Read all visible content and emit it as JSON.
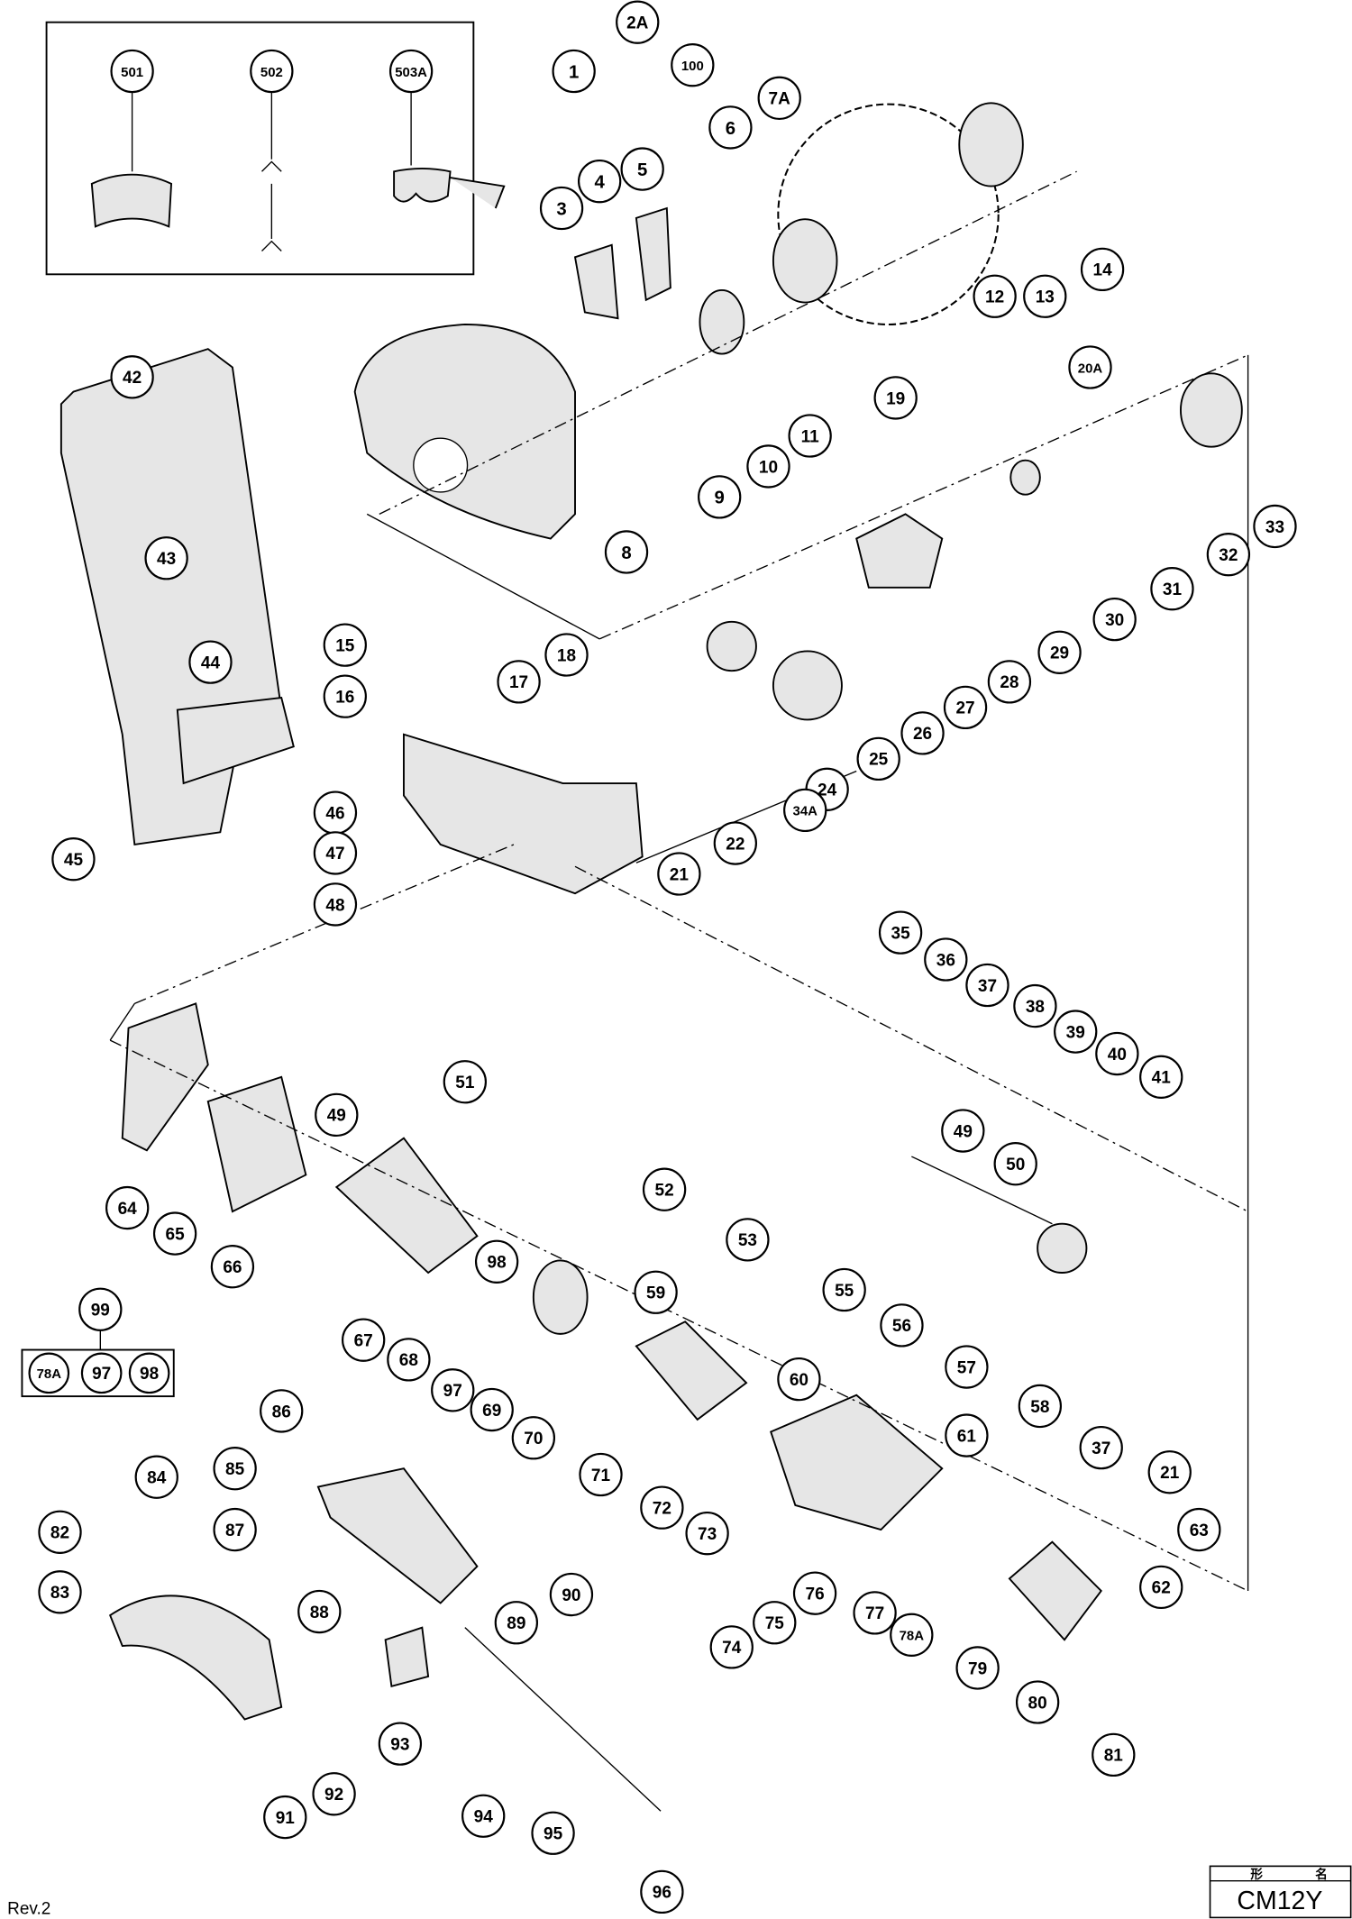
{
  "diagram": {
    "revision": "Rev.2",
    "title_block": {
      "header_left": "形",
      "header_right": "名",
      "model": "CM12Y"
    },
    "accessory_box_items": [
      "501",
      "502",
      "503A"
    ],
    "kit": {
      "label": "99",
      "contents": [
        "78A",
        "97",
        "98"
      ]
    },
    "callouts": [
      "2A",
      "100",
      "1",
      "7A",
      "6",
      "5",
      "4",
      "3",
      "12",
      "13",
      "14",
      "11",
      "10",
      "9",
      "8",
      "42",
      "20A",
      "33",
      "19",
      "32",
      "31",
      "30",
      "29",
      "28",
      "27",
      "26",
      "25",
      "24",
      "43",
      "44",
      "15",
      "16",
      "17",
      "18",
      "45",
      "46",
      "47",
      "48",
      "21",
      "22",
      "34A",
      "51",
      "52",
      "53",
      "35",
      "36",
      "37",
      "38",
      "39",
      "40",
      "41",
      "49",
      "49",
      "50",
      "55",
      "56",
      "57",
      "58",
      "37",
      "21",
      "64",
      "65",
      "66",
      "67",
      "68",
      "97",
      "69",
      "70",
      "71",
      "98",
      "59",
      "60",
      "61",
      "72",
      "73",
      "86",
      "85",
      "84",
      "87",
      "82",
      "83",
      "88",
      "89",
      "90",
      "74",
      "75",
      "76",
      "77",
      "78A",
      "63",
      "62",
      "79",
      "80",
      "81",
      "93",
      "91",
      "92",
      "94",
      "95",
      "96"
    ]
  }
}
